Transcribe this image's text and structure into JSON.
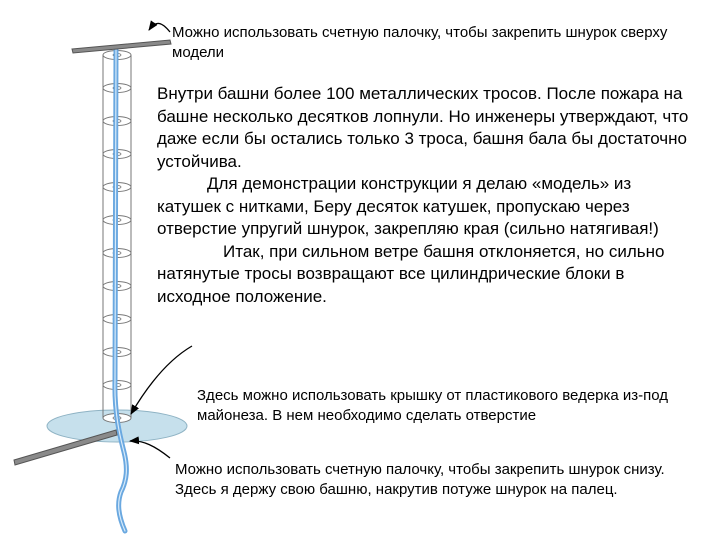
{
  "annotations": {
    "top": "Можно использовать счетную палочку, чтобы закрепить шнурок сверху модели",
    "middle": "Здесь можно использовать крышку от пластикового ведерка из-под майонеза. В нем необходимо сделать отверстие",
    "bottom": "Можно использовать счетную палочку, чтобы закрепить шнурок снизу. Здесь я держу свою башню, накрутив потуже шнурок на палец."
  },
  "main_text": {
    "p1": "Внутри башни более 100 металлических тросов. После пожара на башне несколько десятков лопнули. Но инженеры утверждают, что даже если бы остались только 3 троса, башня бала бы достаточно устойчива.",
    "p2": "Для демонстрации конструкции я делаю «модель» из катушек с нитками, Беру десяток катушек, пропускаю через отверстие упругий шнурок, закрепляю края (сильно натягивая!)",
    "p3": "Итак, при сильном ветре башня отклоняется, но сильно натянутые тросы возвращают все цилиндрические блоки в исходное положение."
  },
  "colors": {
    "stick": "#8a8a8a",
    "cord": "#6aa8e0",
    "lid": "#c6e0ec",
    "spool_outline": "#777777"
  }
}
